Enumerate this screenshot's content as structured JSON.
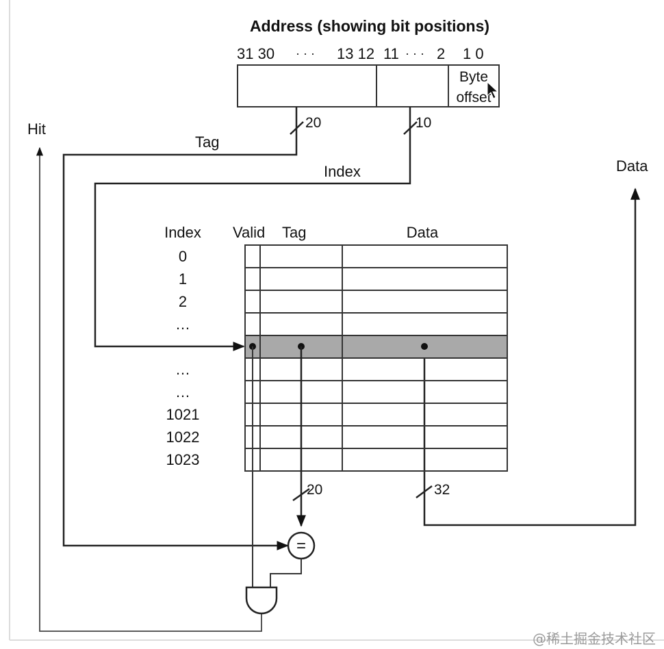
{
  "diagram": {
    "address_title": "Address (showing bit positions)",
    "bit_positions": {
      "b31_30": "31 30",
      "dots_a": "· · ·",
      "b13_12": "13 12",
      "b11": "11",
      "dots_b": "· · ·",
      "b2": "2",
      "b1_0": "1 0"
    },
    "byte_offset": {
      "line1": "Byte",
      "line2": "offset"
    },
    "tag_width": "20",
    "index_width": "10",
    "signal_tag": "Tag",
    "signal_index": "Index",
    "output_hit": "Hit",
    "output_data": "Data",
    "columns": {
      "index": "Index",
      "valid": "Valid",
      "tag": "Tag",
      "data": "Data"
    },
    "row_indices": [
      "0",
      "1",
      "2",
      "…",
      "",
      "…",
      "…",
      "1021",
      "1022",
      "1023"
    ],
    "tag_bus_width": "20",
    "data_bus_width": "32",
    "comparator": "=",
    "watermark": "@稀土掘金技术社区"
  }
}
